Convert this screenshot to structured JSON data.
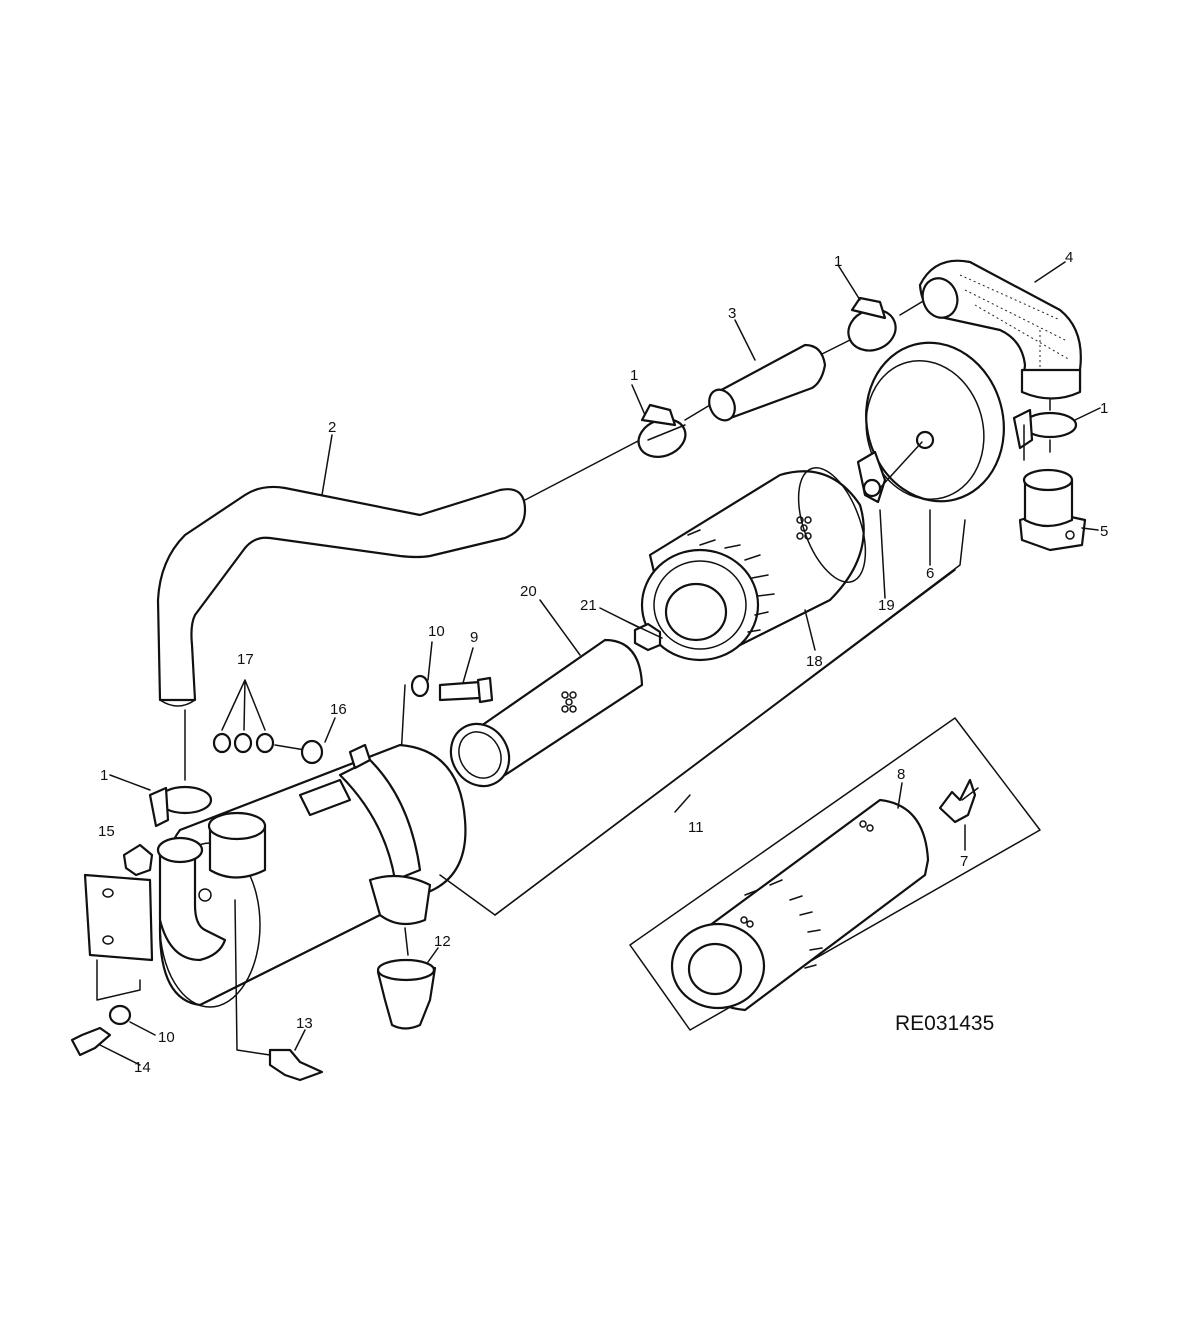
{
  "callouts": {
    "c1_a": "1",
    "c1_b": "1",
    "c1_c": "1",
    "c1_d": "1",
    "c2": "2",
    "c3": "3",
    "c4": "4",
    "c5": "5",
    "c6": "6",
    "c7": "7",
    "c8": "8",
    "c9": "9",
    "c10_a": "10",
    "c10_b": "10",
    "c11": "11",
    "c12": "12",
    "c13": "13",
    "c14": "14",
    "c15": "15",
    "c16": "16",
    "c17": "17",
    "c18": "18",
    "c19": "19",
    "c20": "20",
    "c21": "21"
  },
  "reference_code": "RE031435"
}
